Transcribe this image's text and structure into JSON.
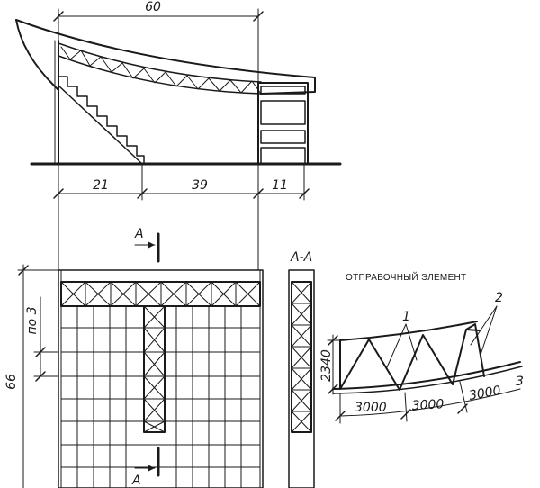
{
  "elevation": {
    "dim_total": "60",
    "dim_left": "21",
    "dim_mid": "39",
    "dim_right": "11"
  },
  "plan": {
    "section_mark": "A",
    "dim_depth": "66",
    "dim_step": "по 3"
  },
  "section": {
    "title": "A-A"
  },
  "shipping_element": {
    "title": "ОТПРАВОЧНЫЙ ЭЛЕМЕНТ",
    "height": "2340",
    "seg1": "3000",
    "seg2": "3000",
    "seg3": "3000",
    "callout1": "1",
    "callout2": "2",
    "callout3": "3"
  }
}
